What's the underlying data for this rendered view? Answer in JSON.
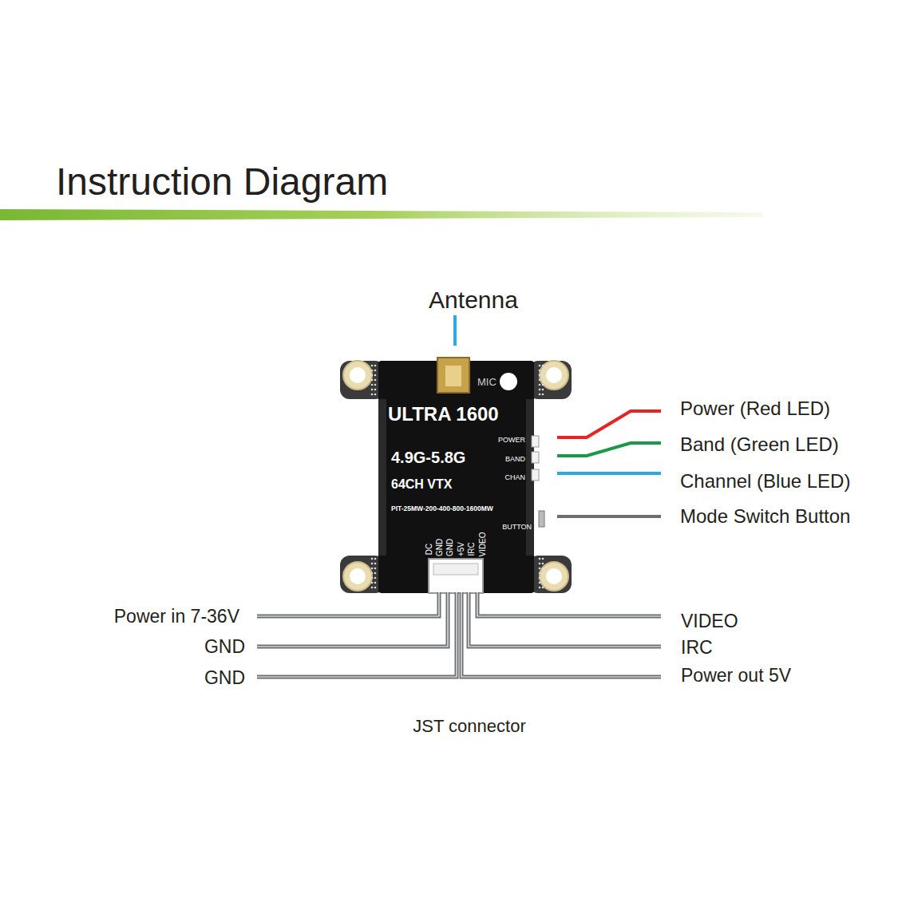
{
  "diagram": {
    "title": "Instruction Diagram",
    "nodes": [
      {
        "text": [
          "ULTRA 1600",
          "4.9G-5.8G",
          "64CH VTX",
          "PIT-25MW-200-400-800-1600MW",
          "MIC",
          "POWER",
          "BAND",
          "CHAN",
          "BUTTON",
          "DC",
          "GND",
          "GND",
          "+5V",
          "IRC",
          "VIDEO"
        ]
      }
    ],
    "labels": [
      "Antenna",
      "Power (Red LED)",
      "Band (Green LED)",
      "Channel (Blue LED)",
      "Mode Switch Button",
      "Power in 7-36V",
      "GND",
      "GND",
      "VIDEO",
      "IRC",
      "Power out 5V",
      "JST connector"
    ]
  }
}
